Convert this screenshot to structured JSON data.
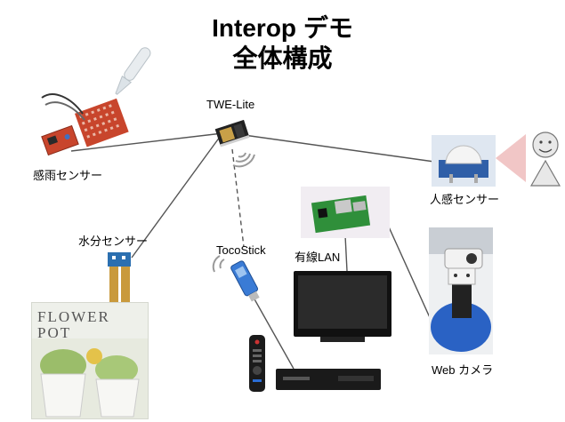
{
  "title": {
    "line1": "Interop デモ",
    "line2": "全体構成"
  },
  "nodes": {
    "twe_lite": "TWE-Lite",
    "rain_sensor": "感雨センサー",
    "moisture_sensor": "水分センサー",
    "toco_stick": "TocoStick",
    "wired_lan": "有線LAN",
    "motion_sensor": "人感センサー",
    "web_camera": "Web カメラ"
  },
  "book": {
    "title_line1": "FLOWER",
    "title_line2": "POT"
  },
  "colors": {
    "board_red": "#c8452c",
    "pir_blue": "#2f5fa8",
    "camera_base": "#2a62c4",
    "arrow_pink": "#f1c6c6"
  }
}
